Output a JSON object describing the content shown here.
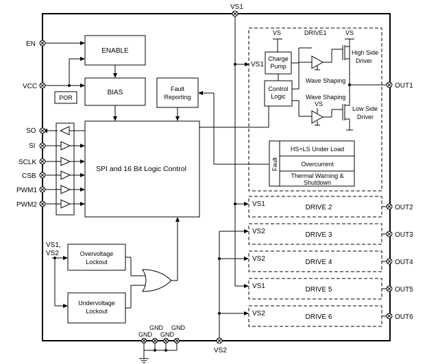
{
  "pins": {
    "en": "EN",
    "vcc": "VCC",
    "so": "SO",
    "si": "SI",
    "sclk": "SCLK",
    "csb": "CSB",
    "pwm1": "PWM1",
    "pwm2": "PWM2",
    "vs1_top": "VS1",
    "vs2_bottom": "VS2",
    "out1": "OUT1",
    "out2": "OUT2",
    "out3": "OUT3",
    "out4": "OUT4",
    "out5": "OUT5",
    "out6": "OUT6",
    "gnd1": "GND",
    "gnd2": "GND",
    "gnd3": "GND",
    "gnd4": "GND"
  },
  "blocks": {
    "enable": "ENABLE",
    "bias": "BIAS",
    "por": "POR",
    "fault_reporting": [
      "Fault",
      "Reporting"
    ],
    "spi_logic": "SPI and 16 Bit Logic Control",
    "overvoltage": [
      "Overvoltage",
      "Lockout"
    ],
    "undervoltage": [
      "Undervoltage",
      "Lockout"
    ],
    "vs_input": [
      "VS1,",
      "VS2"
    ]
  },
  "drive1": {
    "title": "DRIVE1",
    "vs_in": "VS1",
    "vs_charge": "VS",
    "vs_high": "VS",
    "vs_low": "VS",
    "charge_pump": [
      "Charge",
      "Pump"
    ],
    "control_logic": [
      "Control",
      "Logic"
    ],
    "high_side": [
      "High Side",
      "Driver"
    ],
    "low_side": [
      "Low Side",
      "Driver"
    ],
    "wave_shaping_1": "Wave Shaping",
    "wave_shaping_2": "Wave Shaping",
    "fault_label": "Fault",
    "fault_rows": [
      "HS+LS Under Load",
      "Overcurrent",
      "Thermal Warning &",
      "Shutdown"
    ]
  },
  "drives": [
    {
      "supply": "VS1",
      "name": "DRIVE 2"
    },
    {
      "supply": "VS2",
      "name": "DRIVE 3"
    },
    {
      "supply": "VS2",
      "name": "DRIVE 4"
    },
    {
      "supply": "VS1",
      "name": "DRIVE 5"
    },
    {
      "supply": "VS2",
      "name": "DRIVE 6"
    }
  ]
}
